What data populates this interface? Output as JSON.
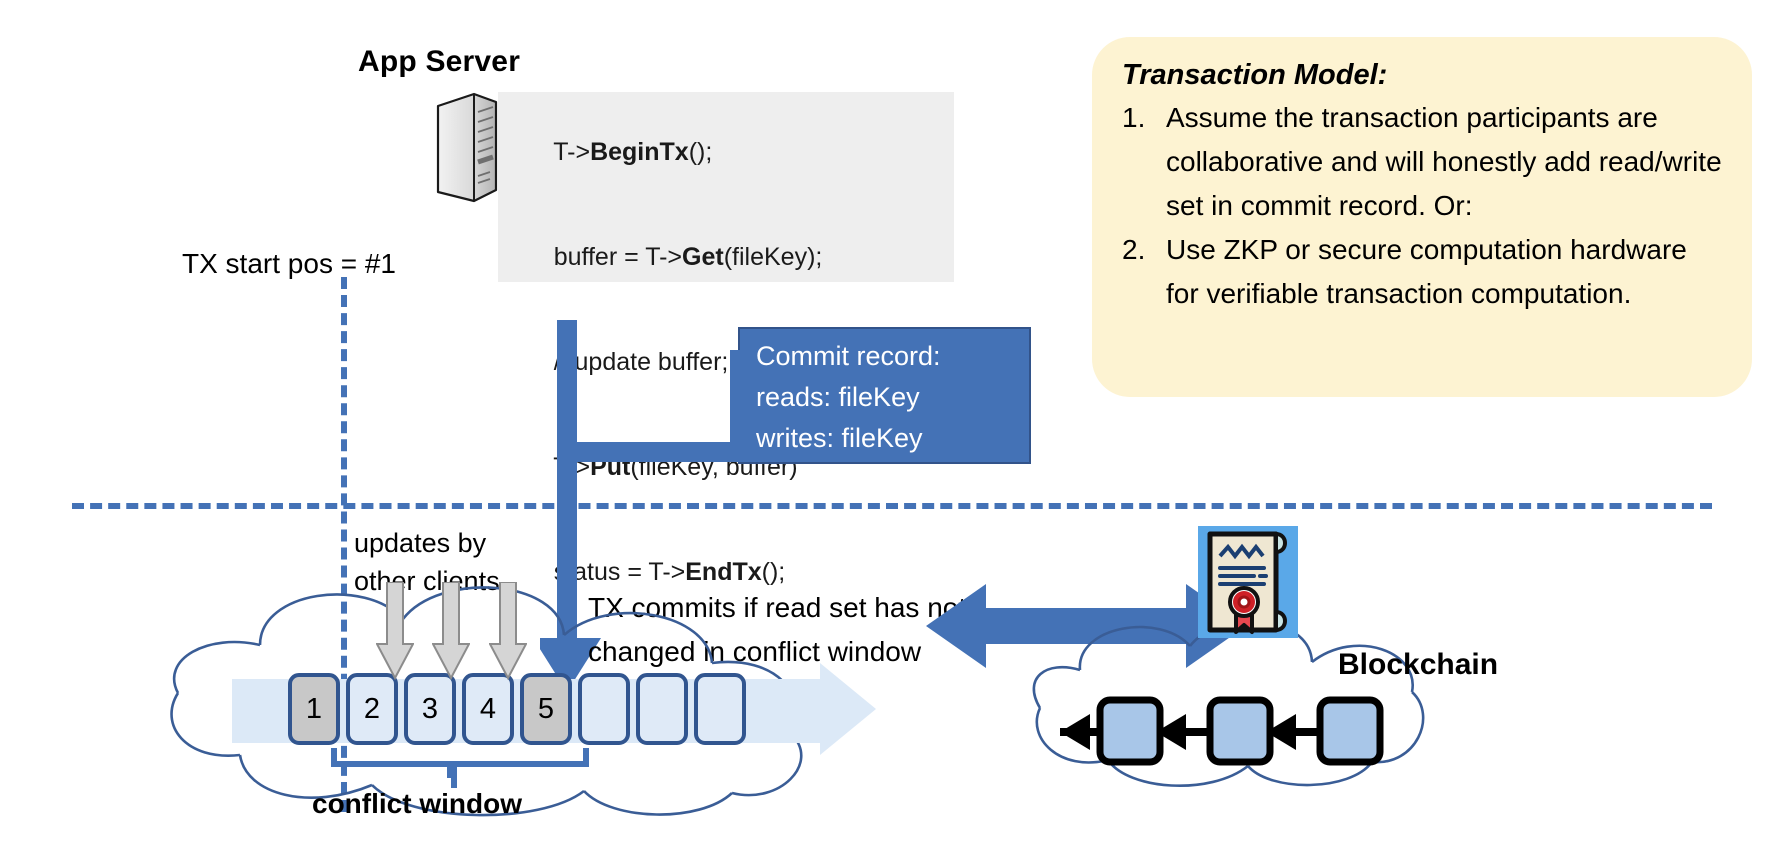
{
  "app_server": {
    "title": "App Server",
    "icon": "server-tower-icon",
    "code_lines": [
      {
        "pre": "T->",
        "bold": "BeginTx",
        "post": "();"
      },
      {
        "pre": "buffer = T->",
        "bold": "Get",
        "post": "(fileKey);"
      },
      {
        "pre": "// update buffer;",
        "bold": "",
        "post": ""
      },
      {
        "pre": "T->",
        "bold": "Put",
        "post": "(fileKey, buffer)"
      },
      {
        "pre": "status = T->",
        "bold": "EndTx",
        "post": "();"
      }
    ]
  },
  "commit_record": {
    "title": "Commit record:",
    "reads": "reads: fileKey",
    "writes": "writes: fileKey"
  },
  "transaction_model": {
    "title": "Transaction Model:",
    "items": [
      {
        "num": "1.",
        "text": "Assume the transaction participants are collaborative and will honestly add read/write set in commit record.  Or:"
      },
      {
        "num": "2.",
        "text": "Use ZKP or secure computation hardware for verifiable transaction computation."
      }
    ]
  },
  "labels": {
    "tx_start": "TX start pos = #1",
    "updates_line1": "updates by",
    "updates_line2": "other clients",
    "tx_commits_line1": "TX commits if read set has not",
    "tx_commits_line2": "changed in conflict window",
    "conflict_window": "conflict window",
    "blockchain": "Blockchain"
  },
  "ledger": {
    "blocks": [
      {
        "label": "1",
        "state": "filled"
      },
      {
        "label": "2",
        "state": "normal"
      },
      {
        "label": "3",
        "state": "normal"
      },
      {
        "label": "4",
        "state": "normal"
      },
      {
        "label": "5",
        "state": "filled"
      },
      {
        "label": "",
        "state": "empty"
      },
      {
        "label": "",
        "state": "empty"
      },
      {
        "label": "",
        "state": "empty"
      }
    ]
  },
  "blockchain": {
    "block_count": 3,
    "icon": "certificate-contract-icon"
  },
  "colors": {
    "accent_blue": "#4472b6",
    "dark_blue_outline": "#31558f",
    "callout_yellow": "#fdf3d2",
    "code_grey": "#eeeeee",
    "block_light": "#dfeaf7",
    "block_filled": "#c8c8c8",
    "bc_block_blue": "#a8c6e8",
    "seal_red": "#cf2027"
  }
}
